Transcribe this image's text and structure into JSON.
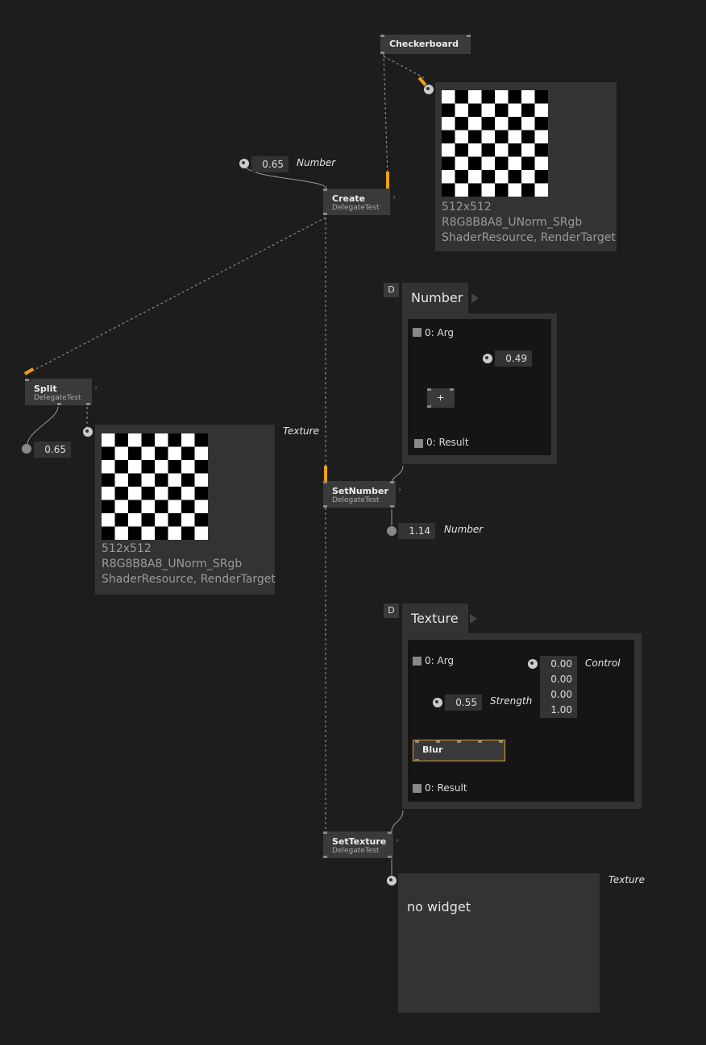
{
  "nodes": {
    "checkerboard": {
      "title": "Checkerboard"
    },
    "create": {
      "title": "Create",
      "subtitle": "DelegateTest"
    },
    "split": {
      "title": "Split",
      "subtitle": "DelegateTest"
    },
    "set_number": {
      "title": "SetNumber",
      "subtitle": "DelegateTest"
    },
    "set_texture": {
      "title": "SetTexture",
      "subtitle": "DelegateTest"
    },
    "plus": {
      "title": "+"
    },
    "blur": {
      "title": "Blur"
    }
  },
  "io": {
    "create_number_value": "0.65",
    "create_number_label": "Number",
    "split_number_value": "0.65",
    "split_texture_label": "Texture",
    "set_number_result_value": "1.14",
    "set_number_result_label": "Number",
    "set_texture_label": "Texture",
    "no_widget_text": "no widget"
  },
  "texture_previews": {
    "top": {
      "size": "512x512",
      "format": "R8G8B8A8_UNorm_SRgb",
      "binding": "ShaderResource, RenderTarget"
    },
    "split": {
      "size": "512x512",
      "format": "R8G8B8A8_UNorm_SRgb",
      "binding": "ShaderResource, RenderTarget"
    }
  },
  "delegate_number": {
    "badge": "D",
    "title": "Number",
    "arg_label": "0:  Arg",
    "result_label": "0:  Result",
    "add_value": "0.49"
  },
  "delegate_texture": {
    "badge": "D",
    "title": "Texture",
    "arg_label": "0:  Arg",
    "result_label": "0:  Result",
    "strength_value": "0.55",
    "strength_label": "Strength",
    "control_values": [
      "0.00",
      "0.00",
      "0.00",
      "1.00"
    ],
    "control_label": "Control"
  },
  "colors": {
    "background": "#1d1d1d",
    "node": "#3a3a3a",
    "accent": "#e8a31a",
    "wire": "#9a9a9a"
  }
}
